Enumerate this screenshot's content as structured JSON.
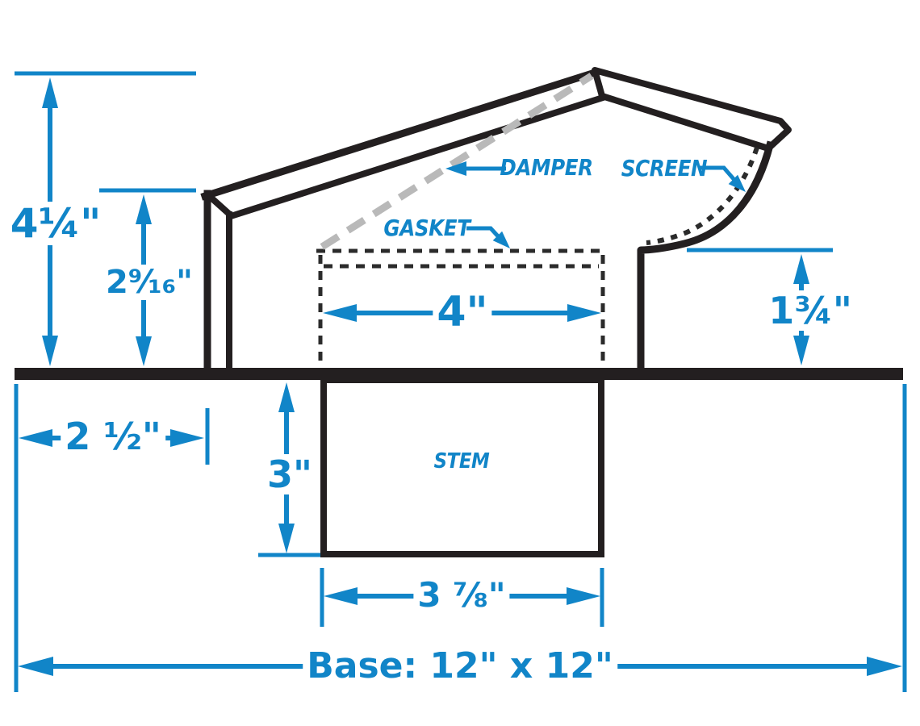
{
  "diagram": {
    "title": "Roof vent cross-section dimensional drawing",
    "labels": {
      "damper": "DAMPER",
      "screen": "SCREEN",
      "gasket": "GASKET",
      "stem": "STEM"
    },
    "dimensions": {
      "overall_height": "4¼\"",
      "inner_height": "2⁹⁄₁₆\"",
      "right_height": "1¾\"",
      "gasket_width": "4\"",
      "side_offset": "2 ½\"",
      "stem_depth": "3\"",
      "stem_width": "3 ⅞\"",
      "base_size": "Base: 12\" x 12\""
    },
    "colors": {
      "dimension_blue": "#1185c8",
      "line_black": "#231f20",
      "damper_gray": "#b9b9b9"
    }
  }
}
